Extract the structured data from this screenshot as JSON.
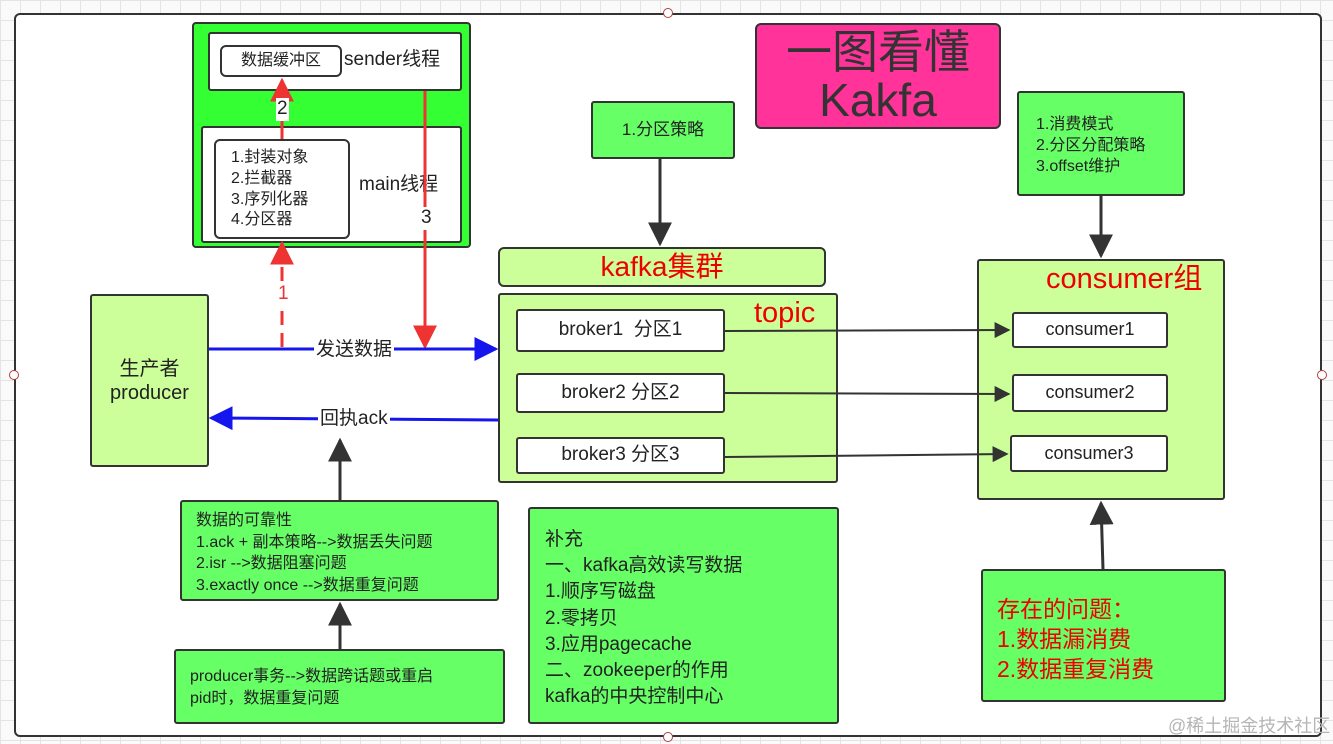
{
  "title": [
    "一图看懂",
    "Kakfa"
  ],
  "producer": {
    "label": [
      "生产者",
      "producer"
    ]
  },
  "producer_internals": {
    "buffer": "数据缓冲区",
    "sender_thread": "sender线程",
    "main_thread": "main线程",
    "main_steps": [
      "1.封装对象",
      "2.拦截器",
      "3.序列化器",
      "4.分区器"
    ],
    "step_numbers": [
      "1",
      "2",
      "3"
    ]
  },
  "flows": {
    "send": "发送数据",
    "ack": "回执ack"
  },
  "partition_note": "1.分区策略",
  "cluster": {
    "title": "kafka集群",
    "topic": "topic",
    "brokers": [
      "broker1  分区1",
      "broker2 分区2",
      "broker3 分区3"
    ]
  },
  "consumer_note": [
    "1.消费模式",
    "2.分区分配策略",
    "3.offset维护"
  ],
  "consumer_group": {
    "title": "consumer组",
    "consumers": [
      "consumer1",
      "consumer2",
      "consumer3"
    ]
  },
  "reliability": [
    "数据的可靠性",
    "1.ack + 副本策略-->数据丢失问题",
    "2.isr -->数据阻塞问题",
    "3.exactly once -->数据重复问题"
  ],
  "transaction": [
    "producer事务-->数据跨话题或重启",
    "pid时，数据重复问题"
  ],
  "supplement": [
    "补充",
    "一、kafka高效读写数据",
    "1.顺序写磁盘",
    "2.零拷贝",
    "3.应用pagecache",
    "二、zookeeper的作用",
    "kafka的中央控制中心"
  ],
  "problems": [
    "存在的问题：",
    "1.数据漏消费",
    "2.数据重复消费"
  ],
  "watermark": "@稀土掘金技术社区",
  "colors": {
    "green": "#66ff66",
    "light_green": "#ccff99",
    "magenta": "#ff3399",
    "red": "#ee0000",
    "blue": "#1515ee"
  }
}
